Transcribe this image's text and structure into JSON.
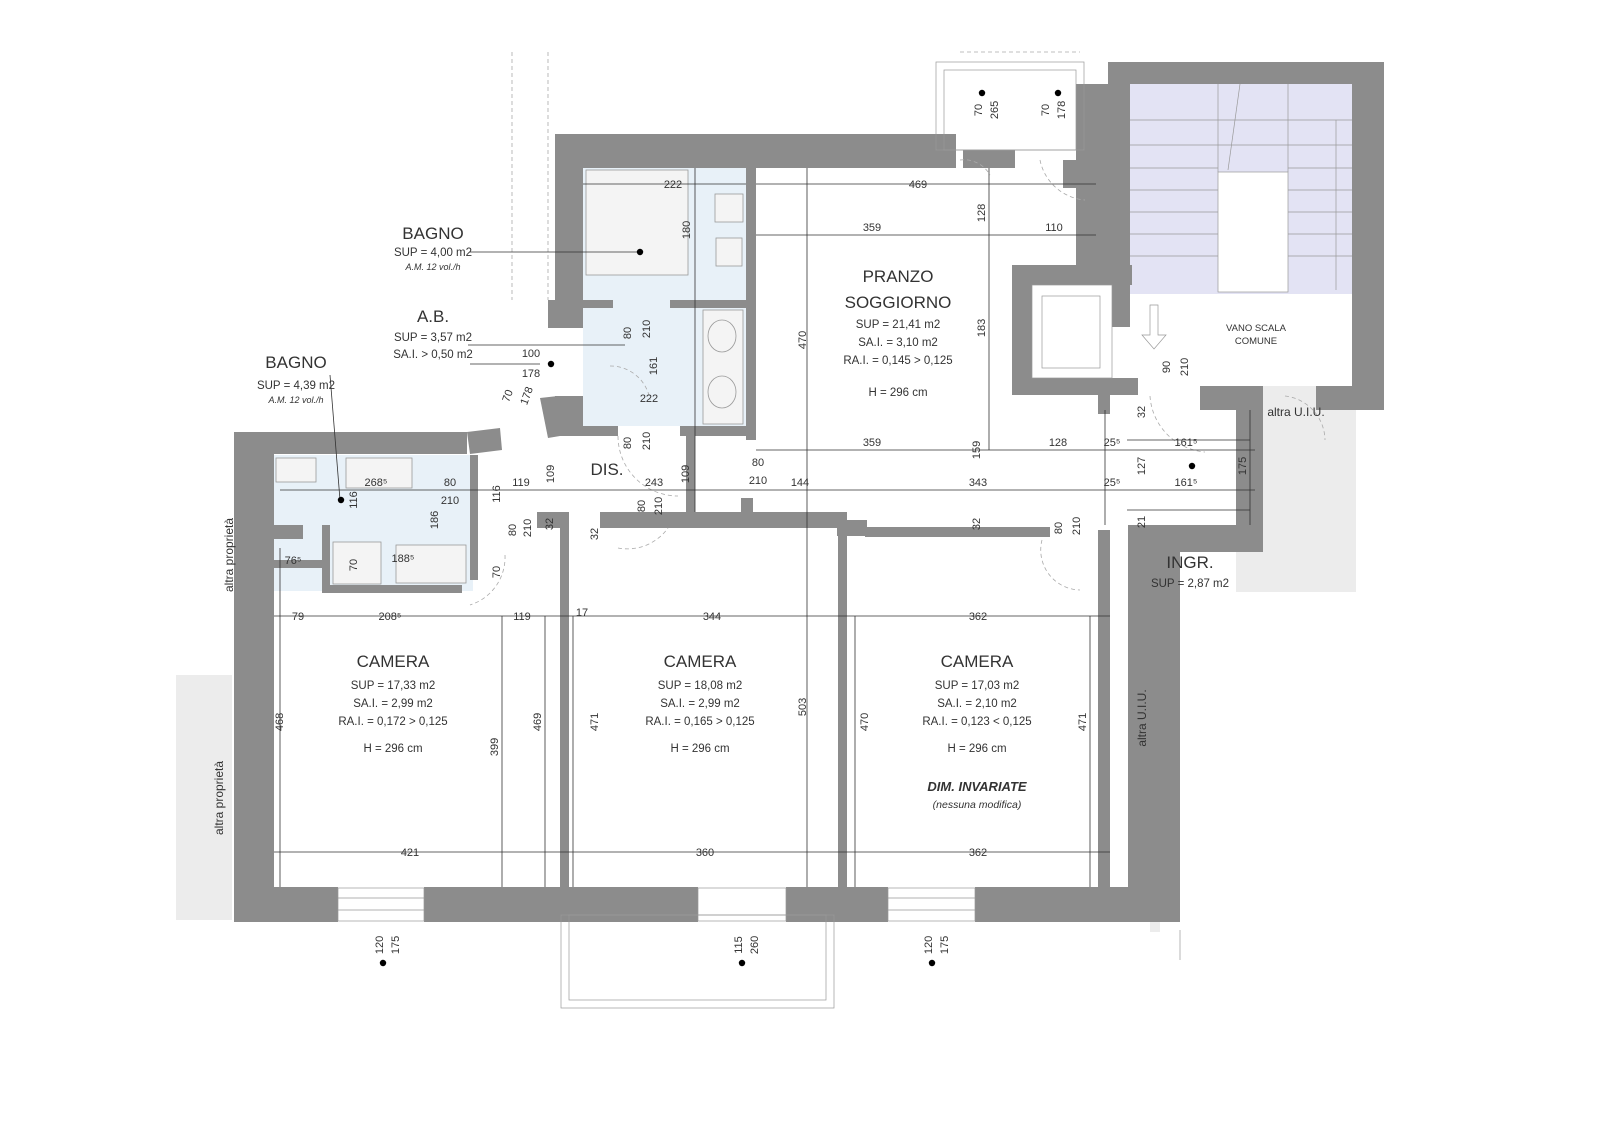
{
  "rooms": {
    "bagno1": {
      "name": "BAGNO",
      "sup": "S<sub>UP</sub> = 4,00 m²",
      "sup_text": "SUP = 4,00 m2",
      "am": "A.M. 12 vol./h"
    },
    "ab": {
      "name": "A.B.",
      "sup_text": "SUP = 3,57 m2",
      "sai_text": "SA.I. > 0,50 m2"
    },
    "bagno2": {
      "name": "BAGNO",
      "sup_text": "SUP = 4,39 m2",
      "am": "A.M. 12 vol./h"
    },
    "pranzo": {
      "name1": "PRANZO",
      "name2": "SOGGIORNO",
      "sup_text": "SUP = 21,41 m2",
      "sai_text": "SA.I. = 3,10 m2",
      "rai_text": "RA.I. = 0,145 > 0,125",
      "h": "H = 296 cm"
    },
    "dis": {
      "name": "DIS."
    },
    "ingr": {
      "name": "INGR.",
      "sup_text": "SUP = 2,87 m2"
    },
    "vano": {
      "line1": "VANO SCALA",
      "line2": "COMUNE"
    },
    "camera1": {
      "name": "CAMERA",
      "sup_text": "SUP = 17,33 m2",
      "sai_text": "SA.I. = 2,99 m2",
      "rai_text": "RA.I. = 0,172 > 0,125",
      "h": "H = 296 cm"
    },
    "camera2": {
      "name": "CAMERA",
      "sup_text": "SUP = 18,08 m2",
      "sai_text": "SA.I. = 2,99 m2",
      "rai_text": "RA.I. = 0,165 > 0,125",
      "h": "H = 296 cm"
    },
    "camera3": {
      "name": "CAMERA",
      "sup_text": "SUP = 17,03 m2",
      "sai_text": "SA.I. = 2,10 m2",
      "rai_text": "RA.I. = 0,123 < 0,125",
      "h": "H = 296 cm",
      "note1": "DIM. INVARIATE",
      "note2": "(nessuna modifica)"
    }
  },
  "outside": {
    "altra_uiu_top": "altra U.I.U.",
    "altra_uiu_side": "altra U.I.U.",
    "altra_prop_1": "altra proprietà",
    "altra_prop_2": "altra proprietà"
  },
  "dimensions": {
    "d469": "469",
    "d359a": "359",
    "d110": "110",
    "d222a": "222",
    "d180": "180",
    "d128v": "128",
    "d183": "183",
    "d470a": "470",
    "d80a": "80",
    "d210a": "210",
    "d161v": "161",
    "d222b": "222",
    "d80b": "80",
    "d210b": "210",
    "d109a": "109",
    "d109b": "109",
    "d100": "100",
    "d178a": "178",
    "d70a": "70",
    "d178b": "178",
    "d359b": "359",
    "d159": "159",
    "d128": "128",
    "d25a": "25⁵",
    "d161a": "161⁵",
    "d127": "127",
    "d175": "175",
    "d32a": "32",
    "d80c": "80",
    "d210c": "210",
    "d243": "243",
    "d144": "144",
    "d343": "343",
    "d25b": "25⁵",
    "d161b": "161⁵",
    "d21": "21",
    "d268": "268⁵",
    "d80d": "80",
    "d210d": "210",
    "d116a": "116",
    "d186": "186",
    "d119a": "119",
    "d116b": "116",
    "d80e": "80",
    "d210e": "210",
    "d32b": "32",
    "d32c": "32",
    "d80f": "80",
    "d210f": "210",
    "d32d": "32",
    "d80g": "80",
    "d210g": "210",
    "d76": "76⁵",
    "d70b": "70",
    "d188": "188⁵",
    "d70c": "70",
    "d79": "79",
    "d208": "208⁵",
    "d119b": "119",
    "d17": "17",
    "d344": "344",
    "d362a": "362",
    "d468": "468",
    "d399": "399",
    "d469b": "469",
    "d471a": "471",
    "d503": "503",
    "d470b": "470",
    "d471b": "471",
    "d421": "421",
    "d360": "360",
    "d362b": "362",
    "w120a": "120",
    "w175a": "175",
    "w115": "115",
    "w260": "260",
    "w120b": "120",
    "w175b": "175",
    "w70a": "70",
    "w265": "265",
    "w70b": "70",
    "w178": "178",
    "d90": "90",
    "d210h": "210"
  },
  "colors": {
    "wall": "#8c8c8c",
    "wet": "#e8f1f8",
    "stair": "#e3e3f4",
    "outside": "#ececec"
  }
}
